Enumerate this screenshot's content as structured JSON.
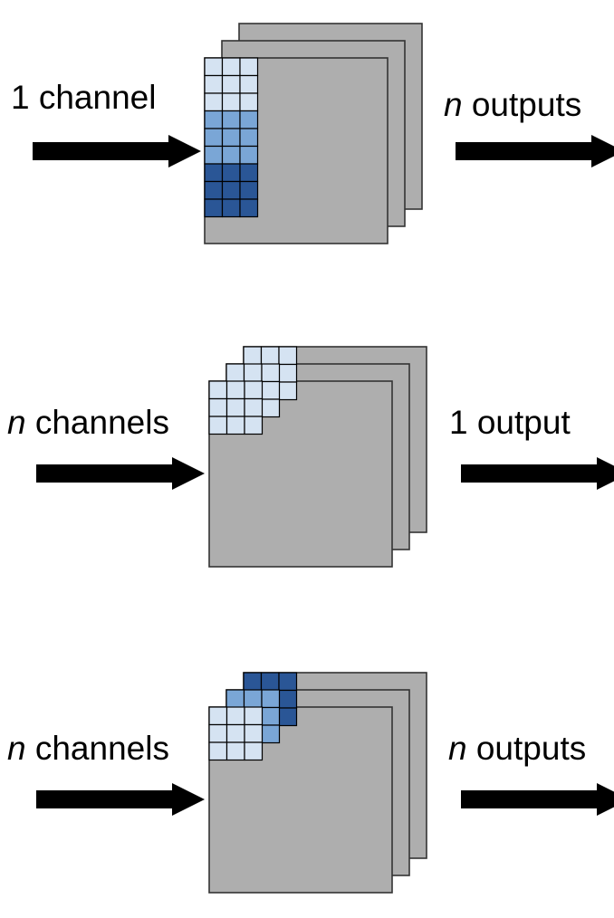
{
  "colors": {
    "sheet_fill": "#aeaeae",
    "sheet_stroke": "#333333",
    "arrow": "#000000",
    "grid_stroke": "#000000",
    "light": "#d5e3f2",
    "medium": "#7aa6d6",
    "dark": "#2a5696"
  },
  "rows": [
    {
      "left_label": {
        "var": "",
        "text": "1 channel"
      },
      "right_label": {
        "var": "n",
        "text": " outputs"
      },
      "filter_shades": [
        "light",
        "medium",
        "dark"
      ]
    },
    {
      "left_label": {
        "var": "n",
        "text": " channels"
      },
      "right_label": {
        "var": "",
        "text": "1 output"
      },
      "filter_shades": [
        "light",
        "light",
        "light"
      ]
    },
    {
      "left_label": {
        "var": "n",
        "text": " channels"
      },
      "right_label": {
        "var": "n",
        "text": " outputs"
      },
      "filter_shades": [
        "light",
        "medium",
        "dark"
      ]
    }
  ]
}
